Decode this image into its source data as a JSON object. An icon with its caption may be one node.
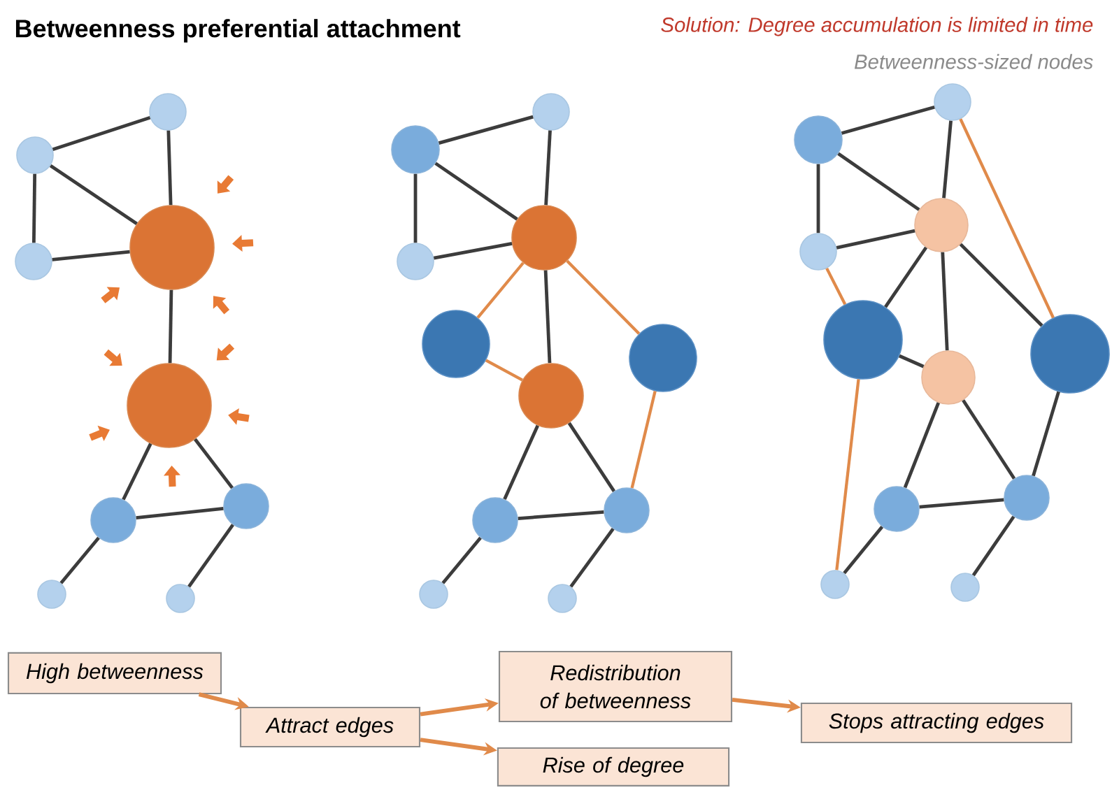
{
  "diagram": {
    "title": "Betweenness preferential attachment",
    "nodes": [
      {
        "text": [],
        "shape": "circle"
      },
      {
        "text": [],
        "shape": "circle"
      },
      {
        "text": [],
        "shape": "circle"
      },
      {
        "text": [],
        "shape": "circle"
      },
      {
        "text": [],
        "shape": "circle"
      },
      {
        "text": [],
        "shape": "circle"
      },
      {
        "text": [],
        "shape": "circle"
      },
      {
        "text": [],
        "shape": "circle"
      },
      {
        "text": [],
        "shape": "circle"
      },
      {
        "text": [],
        "shape": "circle"
      },
      {
        "text": [],
        "shape": "circle"
      },
      {
        "text": [],
        "shape": "circle"
      },
      {
        "text": [],
        "shape": "circle"
      },
      {
        "text": [],
        "shape": "circle"
      },
      {
        "text": [],
        "shape": "circle"
      },
      {
        "text": [],
        "shape": "circle"
      },
      {
        "text": [],
        "shape": "circle"
      },
      {
        "text": [],
        "shape": "circle"
      },
      {
        "text": [],
        "shape": "circle"
      },
      {
        "text": [],
        "shape": "circle"
      },
      {
        "text": [],
        "shape": "circle"
      },
      {
        "text": [],
        "shape": "circle"
      },
      {
        "text": [],
        "shape": "circle"
      },
      {
        "text": [],
        "shape": "circle"
      },
      {
        "text": [],
        "shape": "circle"
      },
      {
        "text": [],
        "shape": "circle"
      },
      {
        "text": [],
        "shape": "circle"
      },
      {
        "text": [],
        "shape": "circle"
      },
      {
        "text": [],
        "shape": "circle"
      },
      {
        "text": [],
        "shape": "circle"
      },
      {
        "text": [],
        "shape": "circle"
      },
      {
        "text": [
          "High betweenness"
        ]
      },
      {
        "text": [
          "Attract edges"
        ]
      },
      {
        "text": [
          "Redistribution of betweenness"
        ]
      },
      {
        "text": [
          "Rise of degree"
        ]
      },
      {
        "text": [
          "Stops attracting edges"
        ]
      }
    ],
    "edges": [
      {
        "from": 1,
        "to": 0,
        "arrow": "none"
      },
      {
        "from": 1,
        "to": 3,
        "arrow": "none"
      },
      {
        "from": 1,
        "to": 2,
        "arrow": "none"
      },
      {
        "from": 2,
        "to": 3,
        "arrow": "none"
      },
      {
        "from": 0,
        "to": 3,
        "arrow": "none"
      },
      {
        "from": 3,
        "to": 4,
        "arrow": "none"
      },
      {
        "from": 4,
        "to": 5,
        "arrow": "none"
      },
      {
        "from": 4,
        "to": 6,
        "arrow": "none"
      },
      {
        "from": 5,
        "to": 6,
        "arrow": "none"
      },
      {
        "from": 5,
        "to": 7,
        "arrow": "none"
      },
      {
        "from": 6,
        "to": 8,
        "arrow": "none"
      },
      {
        "from": 10,
        "to": 9,
        "arrow": "none"
      },
      {
        "from": 10,
        "to": 12,
        "arrow": "none"
      },
      {
        "from": 10,
        "to": 11,
        "arrow": "none"
      },
      {
        "from": 11,
        "to": 12,
        "arrow": "none"
      },
      {
        "from": 9,
        "to": 12,
        "arrow": "none"
      },
      {
        "from": 12,
        "to": 14,
        "arrow": "none"
      },
      {
        "from": 14,
        "to": 16,
        "arrow": "none"
      },
      {
        "from": 14,
        "to": 17,
        "arrow": "none"
      },
      {
        "from": 16,
        "to": 17,
        "arrow": "none"
      },
      {
        "from": 16,
        "to": 18,
        "arrow": "none"
      },
      {
        "from": 17,
        "to": 19,
        "arrow": "none"
      },
      {
        "from": 12,
        "to": 13,
        "arrow": "none",
        "color": "#e08a4a"
      },
      {
        "from": 13,
        "to": 14,
        "arrow": "none",
        "color": "#e08a4a"
      },
      {
        "from": 12,
        "to": 15,
        "arrow": "none",
        "color": "#e08a4a"
      },
      {
        "from": 15,
        "to": 17,
        "arrow": "none",
        "color": "#e08a4a"
      },
      {
        "from": 21,
        "to": 20,
        "arrow": "none"
      },
      {
        "from": 21,
        "to": 23,
        "arrow": "none"
      },
      {
        "from": 21,
        "to": 22,
        "arrow": "none"
      },
      {
        "from": 22,
        "to": 23,
        "arrow": "none"
      },
      {
        "from": 20,
        "to": 23,
        "arrow": "none"
      },
      {
        "from": 23,
        "to": 24,
        "arrow": "none"
      },
      {
        "from": 23,
        "to": 25,
        "arrow": "none"
      },
      {
        "from": 23,
        "to": 26,
        "arrow": "none"
      },
      {
        "from": 24,
        "to": 25,
        "arrow": "none"
      },
      {
        "from": 25,
        "to": 27,
        "arrow": "none"
      },
      {
        "from": 25,
        "to": 28,
        "arrow": "none"
      },
      {
        "from": 26,
        "to": 28,
        "arrow": "none"
      },
      {
        "from": 27,
        "to": 28,
        "arrow": "none"
      },
      {
        "from": 27,
        "to": 29,
        "arrow": "none"
      },
      {
        "from": 28,
        "to": 30,
        "arrow": "none"
      },
      {
        "from": 20,
        "to": 26,
        "arrow": "none",
        "color": "#e08a4a"
      },
      {
        "from": 22,
        "to": 24,
        "arrow": "none",
        "color": "#e08a4a"
      },
      {
        "from": 24,
        "to": 29,
        "arrow": "none",
        "color": "#e08a4a"
      },
      {
        "from": null,
        "to": 3,
        "arrow": "to",
        "color": "#e87a34",
        "style": "thick"
      },
      {
        "from": null,
        "to": 3,
        "arrow": "to",
        "color": "#e87a34",
        "style": "thick"
      },
      {
        "from": null,
        "to": 3,
        "arrow": "to",
        "color": "#e87a34",
        "style": "thick"
      },
      {
        "from": null,
        "to": 3,
        "arrow": "to",
        "color": "#e87a34",
        "style": "thick"
      },
      {
        "from": null,
        "to": 4,
        "arrow": "to",
        "color": "#e87a34",
        "style": "thick"
      },
      {
        "from": null,
        "to": 4,
        "arrow": "to",
        "color": "#e87a34",
        "style": "thick"
      },
      {
        "from": null,
        "to": 4,
        "arrow": "to",
        "color": "#e87a34",
        "style": "thick"
      },
      {
        "from": null,
        "to": 4,
        "arrow": "to",
        "color": "#e87a34",
        "style": "thick"
      },
      {
        "from": null,
        "to": 4,
        "arrow": "to",
        "color": "#e87a34",
        "style": "thick"
      },
      {
        "from": 31,
        "to": 32,
        "arrow": "to",
        "color": "#e08a4a"
      },
      {
        "from": 32,
        "to": 33,
        "arrow": "to",
        "color": "#e08a4a"
      },
      {
        "from": 32,
        "to": 34,
        "arrow": "to",
        "color": "#e08a4a"
      },
      {
        "from": 33,
        "to": 35,
        "arrow": "to",
        "color": "#e08a4a"
      }
    ],
    "labels": [
      "Solution: Degree accumulation is limited in time",
      "Betweenness-sized nodes"
    ]
  }
}
